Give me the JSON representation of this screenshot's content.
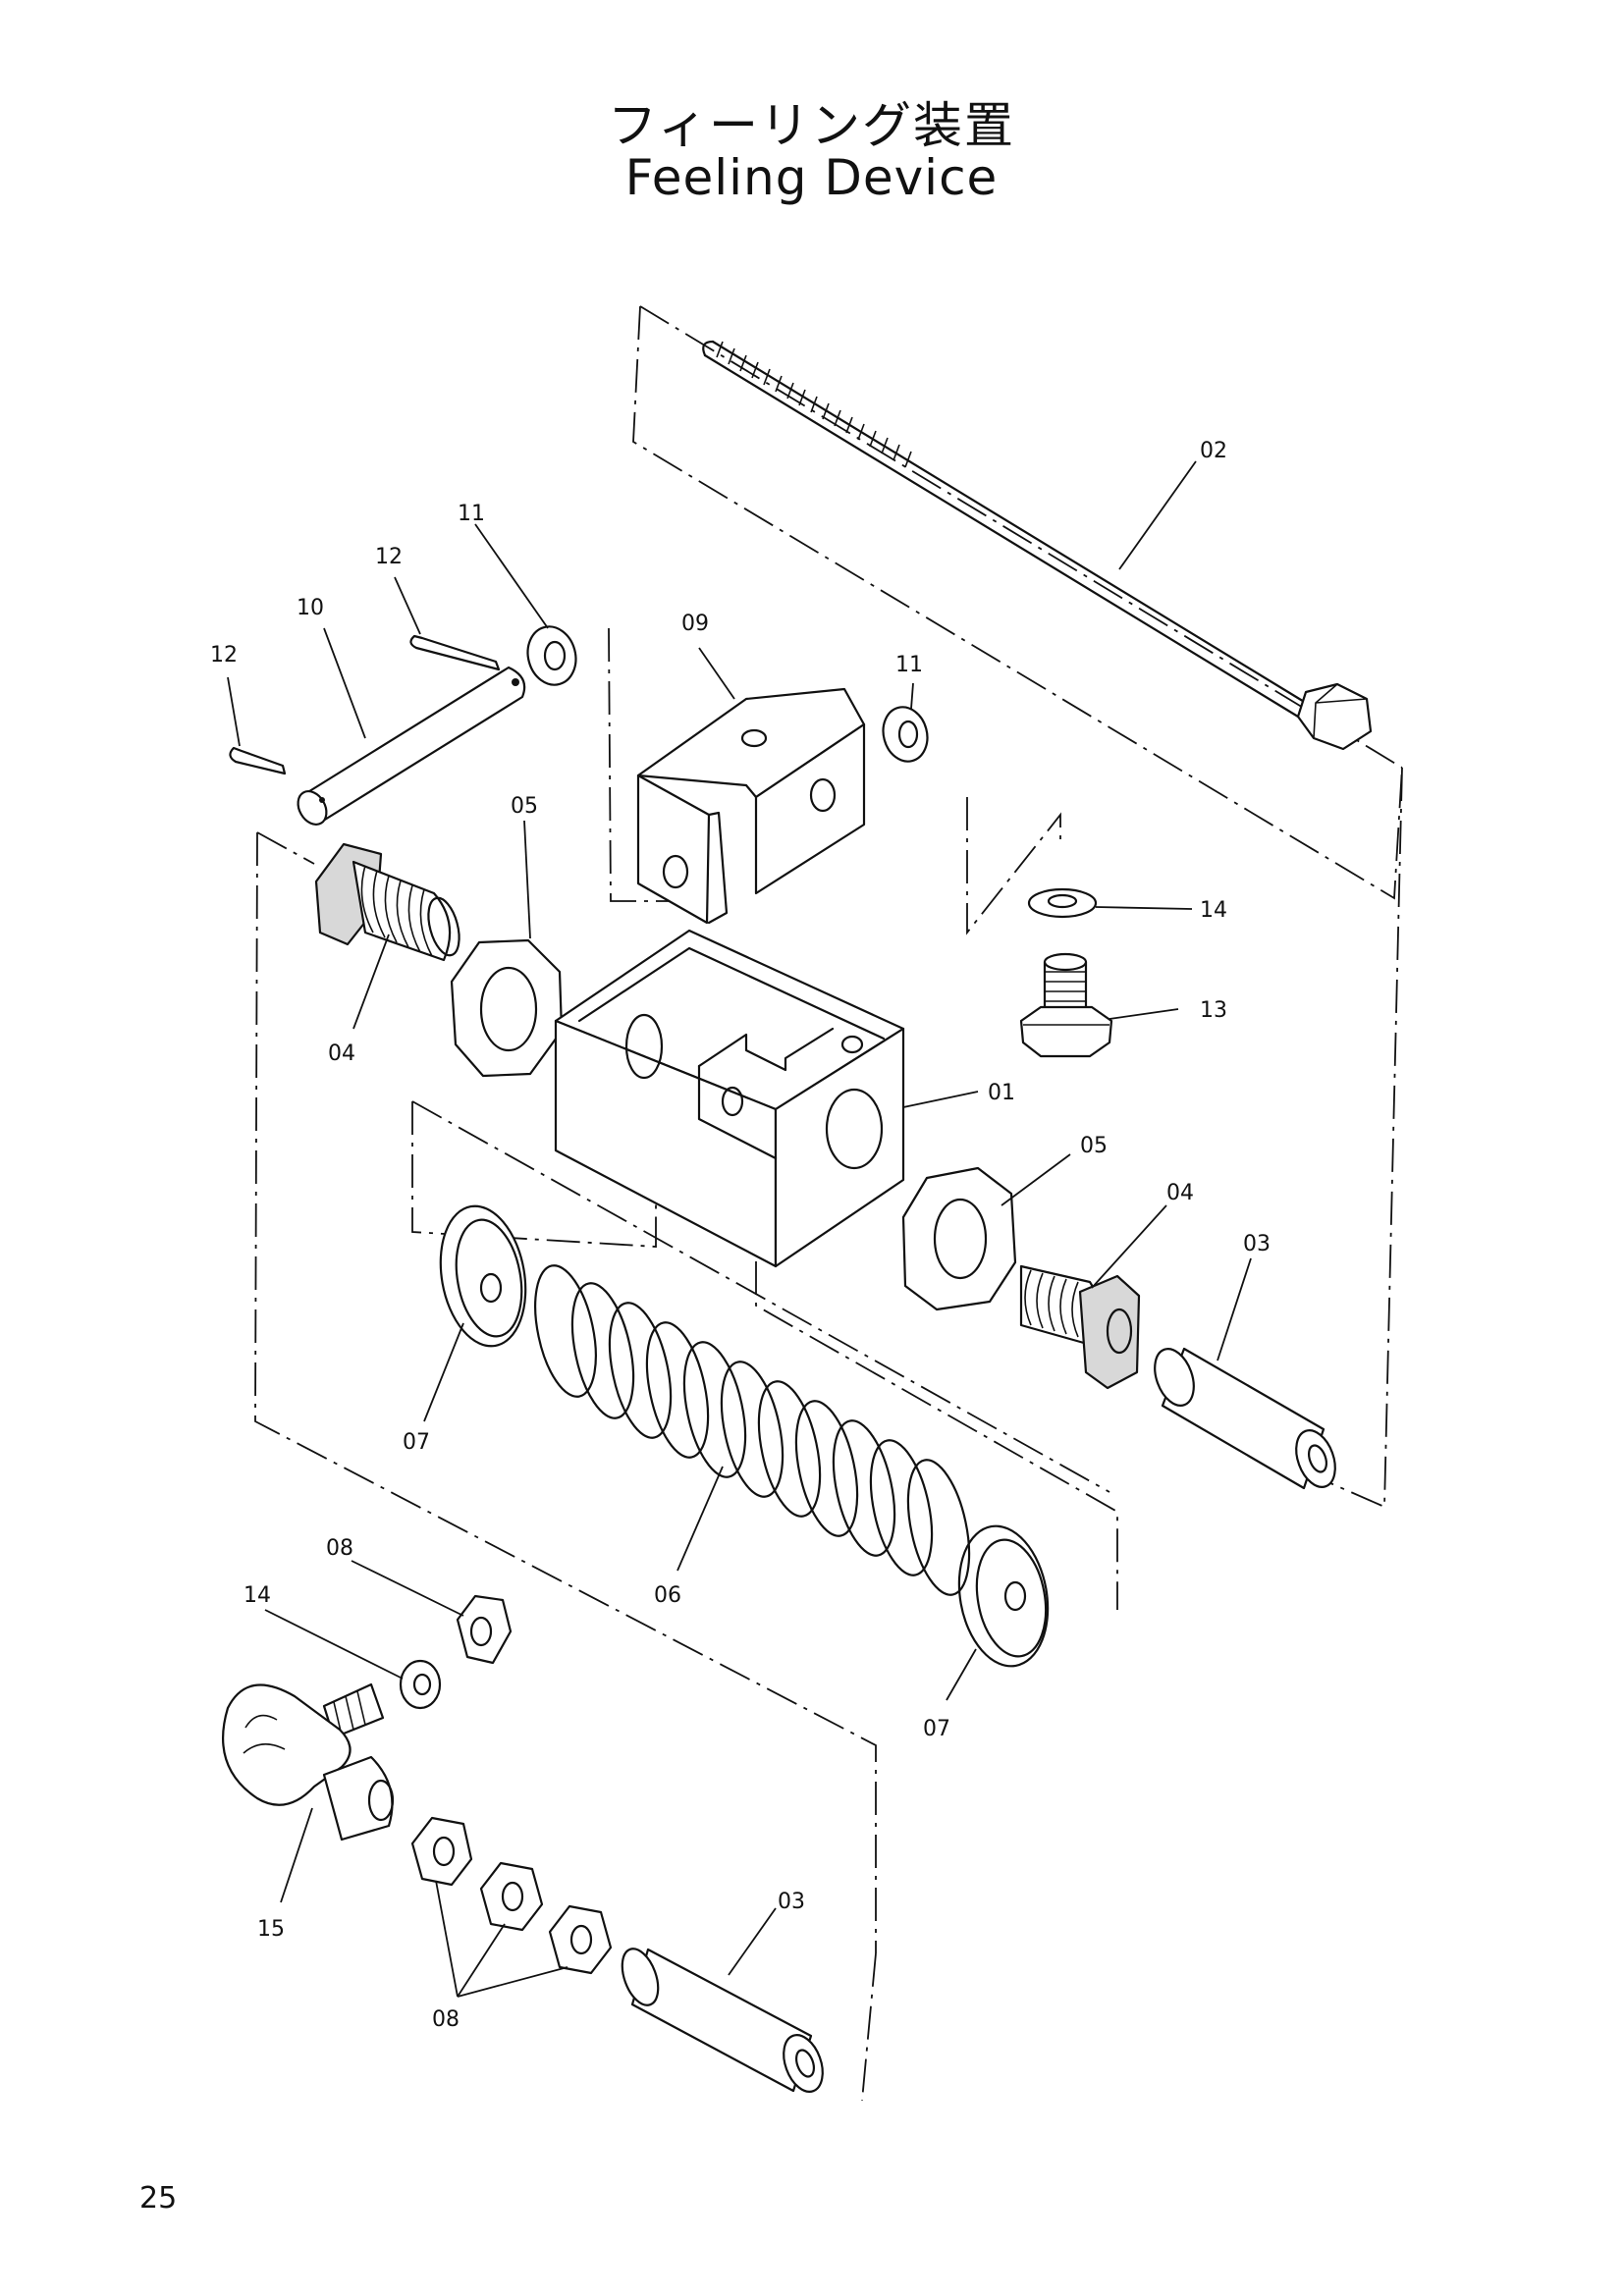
{
  "title": {
    "japanese": "フィーリング装置",
    "english": "Feeling Device"
  },
  "page_number": "25",
  "part_labels": [
    {
      "id": "label-02",
      "text": "02"
    },
    {
      "id": "label-11-left",
      "text": "11"
    },
    {
      "id": "label-12-top",
      "text": "12"
    },
    {
      "id": "label-10",
      "text": "10"
    },
    {
      "id": "label-12-left",
      "text": "12"
    },
    {
      "id": "label-09",
      "text": "09"
    },
    {
      "id": "label-11-right",
      "text": "11"
    },
    {
      "id": "label-05-top",
      "text": "05"
    },
    {
      "id": "label-14-right",
      "text": "14"
    },
    {
      "id": "label-13",
      "text": "13"
    },
    {
      "id": "label-04-left",
      "text": "04"
    },
    {
      "id": "label-01",
      "text": "01"
    },
    {
      "id": "label-05-right",
      "text": "05"
    },
    {
      "id": "label-04-right",
      "text": "04"
    },
    {
      "id": "label-03-top",
      "text": "03"
    },
    {
      "id": "label-07-left",
      "text": "07"
    },
    {
      "id": "label-08-top",
      "text": "08"
    },
    {
      "id": "label-14-left",
      "text": "14"
    },
    {
      "id": "label-06",
      "text": "06"
    },
    {
      "id": "label-07-right",
      "text": "07"
    },
    {
      "id": "label-15",
      "text": "15"
    },
    {
      "id": "label-03-bottom",
      "text": "03"
    },
    {
      "id": "label-08-bottom",
      "text": "08"
    }
  ]
}
